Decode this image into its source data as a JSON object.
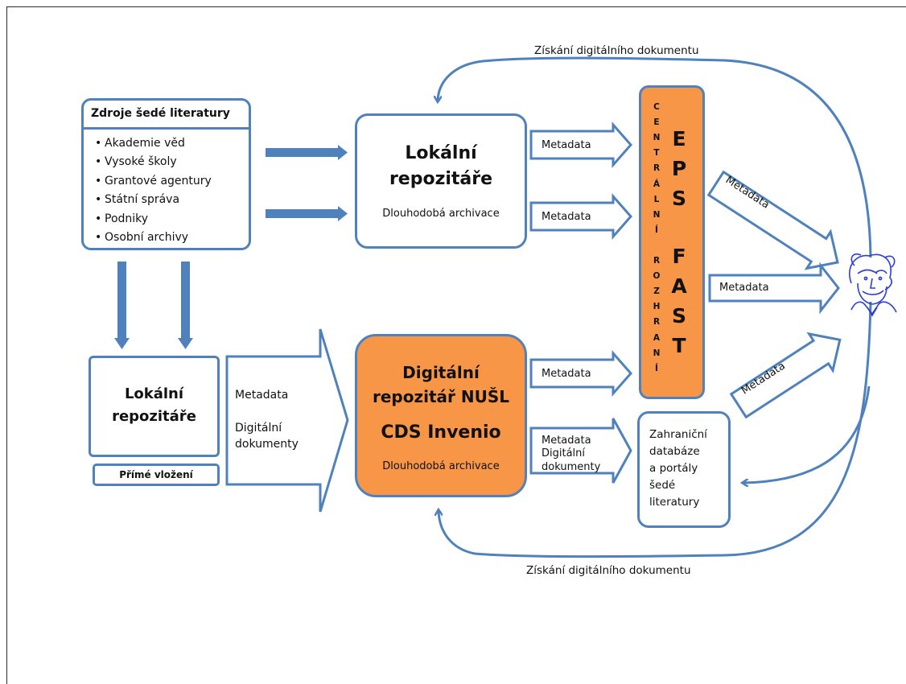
{
  "top_loop_label": "Získání digitálního dokumentu",
  "bottom_loop_label": "Získání digitálního dokumentu",
  "sources": {
    "title": "Zdroje šedé literatury",
    "items": [
      "Akademie věd",
      "Vysoké školy",
      "Grantové agentury",
      "Státní správa",
      "Podniky",
      "Osobní archivy"
    ]
  },
  "local_repo_top": {
    "title_line1": "Lokální",
    "title_line2": "repozitáře",
    "subtitle": "Dlouhodobá archivace"
  },
  "local_repo_bottom": {
    "title_line1": "Lokální",
    "title_line2": "repozitáře"
  },
  "direct_insert": "Přímé vložení",
  "big_arrow": {
    "line1": "Metadata",
    "line2": "Digitální",
    "line3": "dokumenty"
  },
  "nusl": {
    "line1": "Digitální",
    "line2": "repozitář NUŠL",
    "line3": "CDS Invenio",
    "subtitle": "Dlouhodobá archivace",
    "fill_color": "#f79646"
  },
  "central": {
    "vertical_label": [
      "C",
      "E",
      "N",
      "T",
      "R",
      "Á",
      "L",
      "N",
      "Í",
      "",
      "R",
      "O",
      "Z",
      "H",
      "R",
      "A",
      "N",
      "Í"
    ],
    "eps": [
      "E",
      "P",
      "S"
    ],
    "fast": [
      "F",
      "A",
      "S",
      "T"
    ],
    "fill_color": "#f79646"
  },
  "arrows": {
    "a1": "Metadata",
    "a2": "Metadata",
    "a3": "Metadata",
    "a4": {
      "line1": "Metadata",
      "line2": "Digitální",
      "line3": "dokumenty"
    },
    "diag_up": "Metadata",
    "right_mid": "Metadata",
    "diag_down": "Metadata"
  },
  "foreign": {
    "line1": "Zahraniční",
    "line2": "databáze",
    "line3": "a portály",
    "line4": "šedé",
    "line5": "literatury"
  },
  "user_icon": "scientist-head-icon",
  "accent_color": "#4f81bd"
}
